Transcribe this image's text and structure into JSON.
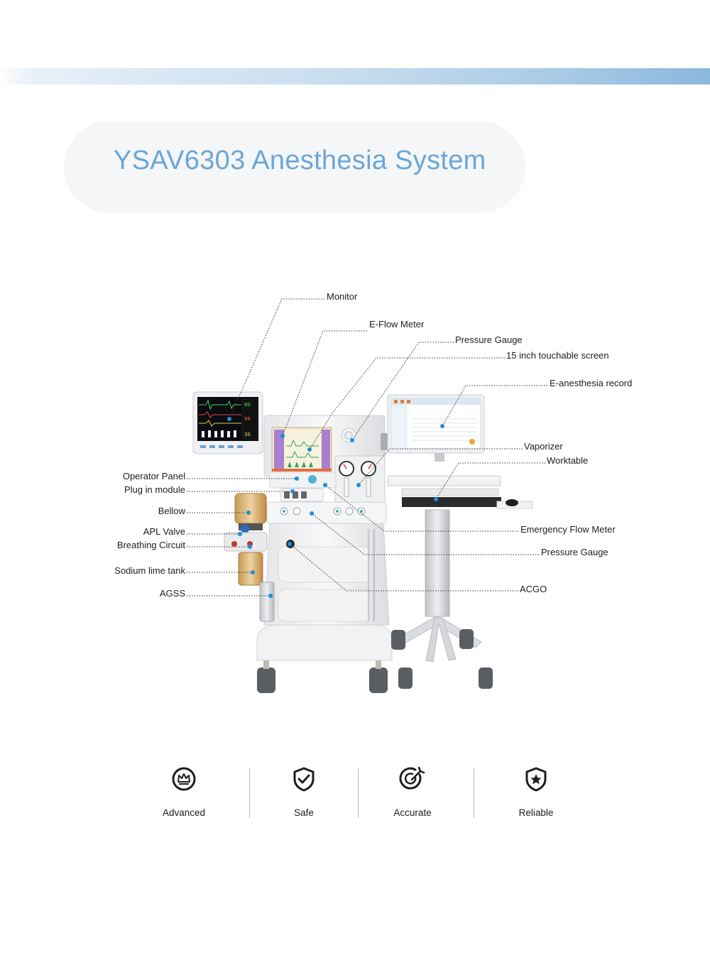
{
  "header": {
    "title": "YSAV6303 Anesthesia System"
  },
  "callouts": {
    "monitor": "Monitor",
    "e_flow_meter": "E-Flow Meter",
    "pressure_gauge_top": "Pressure Gauge",
    "touchable_screen": "15 inch touchable screen",
    "e_anesthesia_record": "E-anesthesia record",
    "vaporizer": "Vaporizer",
    "worktable": "Worktable",
    "operator_panel": "Operator Panel",
    "plug_in_module": "Plug in module",
    "bellow": "Bellow",
    "apl_valve": "APL Valve",
    "breathing_circuit": "Breathing Circuit",
    "sodium_lime_tank": "Sodium lime tank",
    "agss": "AGSS",
    "emergency_flow_meter": "Emergency Flow Meter",
    "pressure_gauge_bottom": "Pressure Gauge",
    "acgo": "ACGO"
  },
  "features": [
    {
      "label": "Advanced",
      "icon": "crown-icon"
    },
    {
      "label": "Safe",
      "icon": "shield-check-icon"
    },
    {
      "label": "Accurate",
      "icon": "target-icon"
    },
    {
      "label": "Reliable",
      "icon": "shield-star-icon"
    }
  ],
  "colors": {
    "accent": "#6aa6d8",
    "band": "#8bb8dc",
    "dot": "#1e8fd6"
  }
}
